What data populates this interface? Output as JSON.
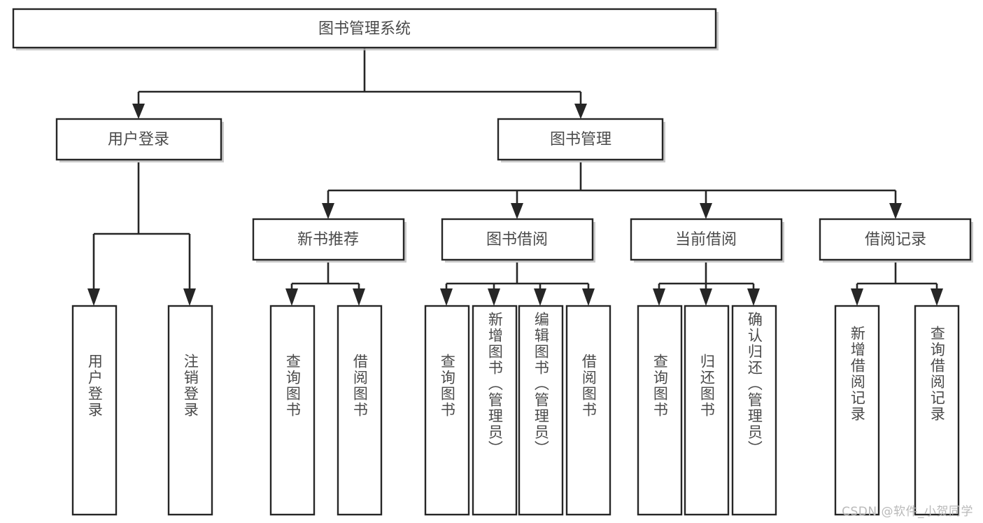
{
  "diagram": {
    "type": "tree-hierarchy-chart",
    "title": "图书管理系统",
    "watermark": "CSDN @软件_小贺同学",
    "colors": {
      "node_stroke": "#262626",
      "node_fill": "#ffffff",
      "text": "#4a4a4a",
      "background": "#ffffff",
      "watermark": "#b9b9b9"
    },
    "levels": [
      {
        "level": 1,
        "nodes": [
          {
            "id": "root",
            "label": "图书管理系统",
            "orientation": "horizontal"
          }
        ]
      },
      {
        "level": 2,
        "nodes": [
          {
            "id": "user-login",
            "label": "用户登录",
            "orientation": "horizontal",
            "parent": "root"
          },
          {
            "id": "book-manage",
            "label": "图书管理",
            "orientation": "horizontal",
            "parent": "root"
          }
        ]
      },
      {
        "level": 3,
        "nodes": [
          {
            "id": "new-book-rec",
            "label": "新书推荐",
            "orientation": "horizontal",
            "parent": "book-manage"
          },
          {
            "id": "book-borrow",
            "label": "图书借阅",
            "orientation": "horizontal",
            "parent": "book-manage"
          },
          {
            "id": "current-borrow",
            "label": "当前借阅",
            "orientation": "horizontal",
            "parent": "book-manage"
          },
          {
            "id": "borrow-record",
            "label": "借阅记录",
            "orientation": "horizontal",
            "parent": "book-manage"
          }
        ]
      },
      {
        "level": 4,
        "nodes": [
          {
            "id": "leaf-1",
            "label": "用户登录",
            "orientation": "vertical",
            "parent": "user-login"
          },
          {
            "id": "leaf-2",
            "label": "注销登录",
            "orientation": "vertical",
            "parent": "user-login"
          },
          {
            "id": "leaf-3",
            "label": "查询图书",
            "orientation": "vertical",
            "parent": "new-book-rec"
          },
          {
            "id": "leaf-4",
            "label": "借阅图书",
            "orientation": "vertical",
            "parent": "new-book-rec"
          },
          {
            "id": "leaf-5",
            "label": "查询图书",
            "orientation": "vertical",
            "parent": "book-borrow"
          },
          {
            "id": "leaf-6",
            "label": "新增图书（管理员）",
            "orientation": "vertical",
            "parent": "book-borrow"
          },
          {
            "id": "leaf-7",
            "label": "编辑图书（管理员）",
            "orientation": "vertical",
            "parent": "book-borrow"
          },
          {
            "id": "leaf-8",
            "label": "借阅图书",
            "orientation": "vertical",
            "parent": "book-borrow"
          },
          {
            "id": "leaf-9",
            "label": "查询图书",
            "orientation": "vertical",
            "parent": "current-borrow"
          },
          {
            "id": "leaf-10",
            "label": "归还图书",
            "orientation": "vertical",
            "parent": "current-borrow"
          },
          {
            "id": "leaf-11",
            "label": "确认归还（管理员）",
            "orientation": "vertical",
            "parent": "current-borrow"
          },
          {
            "id": "leaf-12",
            "label": "新增借阅记录",
            "orientation": "vertical",
            "parent": "borrow-record"
          },
          {
            "id": "leaf-13",
            "label": "查询借阅记录",
            "orientation": "vertical",
            "parent": "borrow-record"
          }
        ]
      }
    ]
  }
}
